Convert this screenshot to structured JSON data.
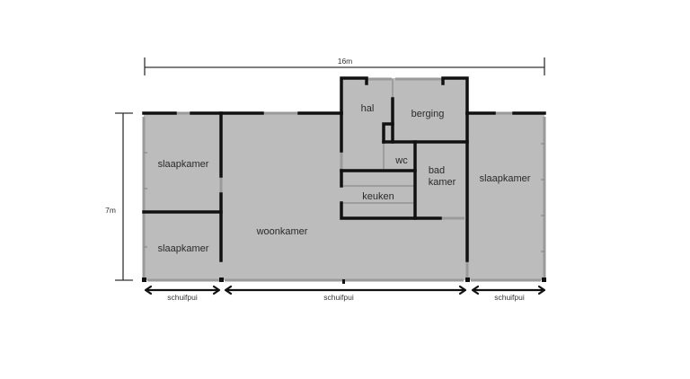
{
  "floorplan": {
    "dimensions": {
      "width_label": "16m",
      "height_label": "7m"
    },
    "rooms": {
      "slaapkamer_top_left": "slaapkamer",
      "slaapkamer_bottom_left": "slaapkamer",
      "woonkamer": "woonkamer",
      "hal": "hal",
      "berging": "berging",
      "wc": "wc",
      "badkamer_line1": "bad",
      "badkamer_line2": "kamer",
      "keuken": "keuken",
      "slaapkamer_right": "slaapkamer"
    },
    "openings": {
      "left": "schuifpui",
      "middle": "schuifpui",
      "right": "schuifpui"
    },
    "colors": {
      "room_fill": "#bcbcbc",
      "wall": "#111111",
      "background": "#ffffff"
    }
  }
}
